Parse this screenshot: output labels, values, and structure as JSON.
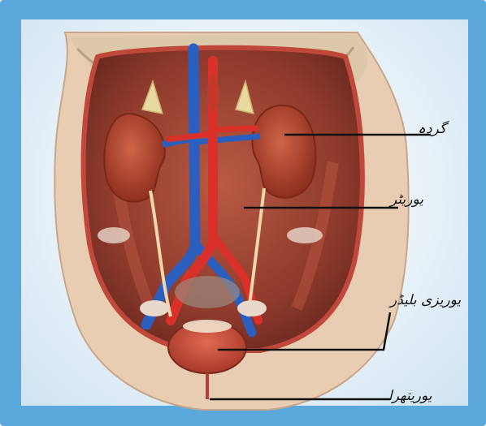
{
  "labels": {
    "kidney": "گردہ",
    "ureter": "یوریٹر",
    "bladder": "یوریزی بلیڈر",
    "urethra": "یوریتھرا"
  },
  "colors": {
    "frame": "#5aa8dc",
    "panel": "#e9f2f9",
    "skin": "#e6c9ad",
    "cavity": "#a9473a",
    "kidney": "#b8452e",
    "artery": "#d9302a",
    "vein": "#2b5fbf",
    "label_line": "#111111"
  }
}
